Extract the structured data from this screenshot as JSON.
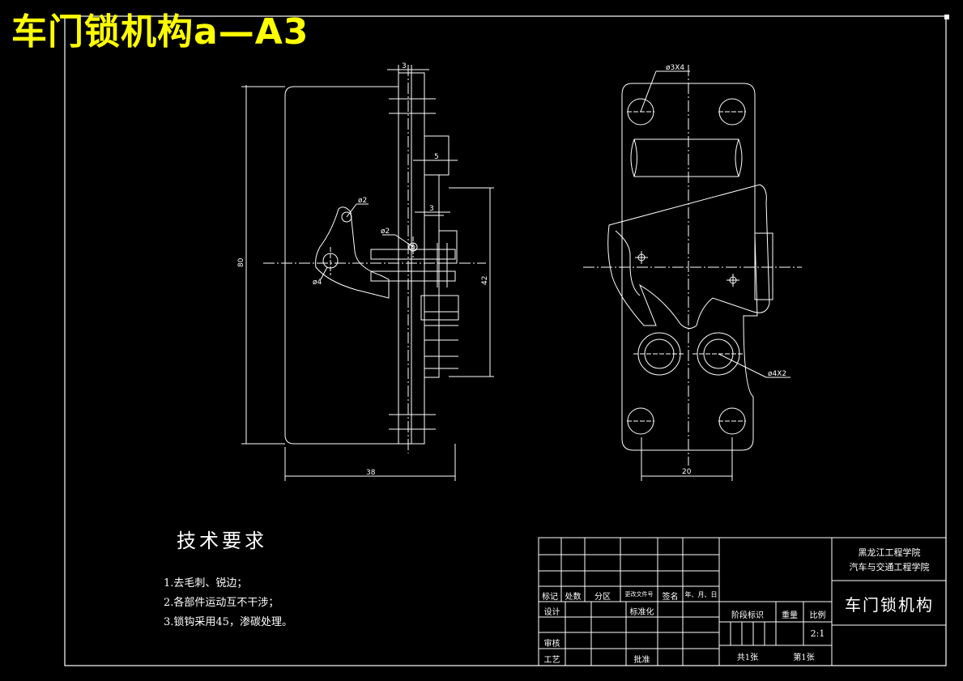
{
  "sheet_title": "车门锁机构a—A3",
  "dimensions": {
    "side_width_3_top": "3",
    "side_width_5": "5",
    "side_width_3_mid": "3",
    "dia_2_lever": "ø2",
    "dia_2_pin": "ø2",
    "dia_4": "ø4",
    "height_80": "80",
    "height_42": "42",
    "width_38": "38",
    "holes_3x4": "ø3X4",
    "holes_4x2": "ø4X2",
    "width_20": "20"
  },
  "tech_requirements": {
    "title": "技术要求",
    "items": [
      "1.去毛刺、锐边；",
      "2.各部件运动互不干涉；",
      "3.锁钩采用45，渗碳处理。"
    ]
  },
  "title_block": {
    "school": "黑龙江工程学院",
    "college": "汽车与交通工程学院",
    "part_name": "车门锁机构",
    "row_headers": [
      "标记",
      "处数",
      "分区",
      "更改文件号",
      "签名",
      "年、月、日"
    ],
    "design": "设计",
    "standardization": "标准化",
    "review": "审核",
    "process": "工艺",
    "approve": "批准",
    "stage_mark": "阶段标识",
    "weight": "重量",
    "scale_label": "比例",
    "scale_value": "2:1",
    "total_sheets": "共1张",
    "sheet_no": "第1张"
  }
}
